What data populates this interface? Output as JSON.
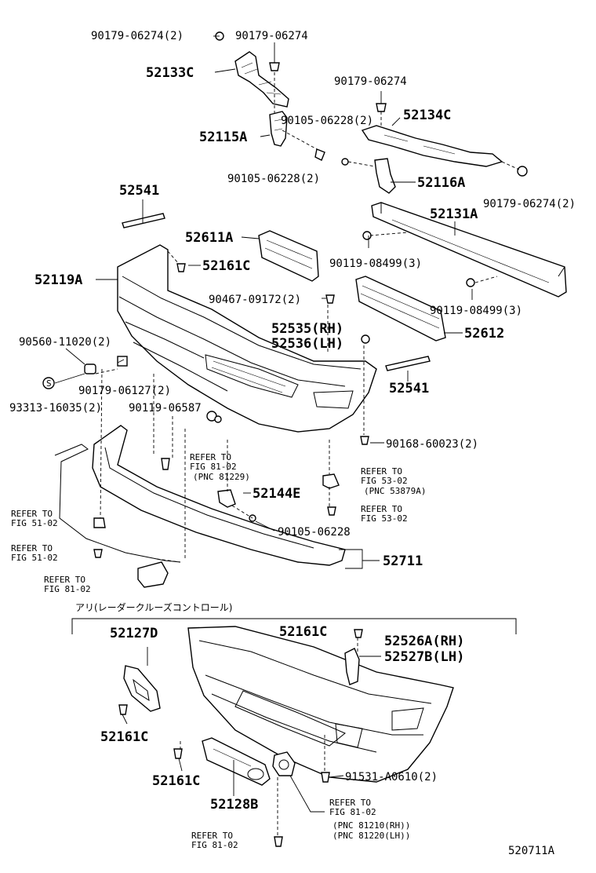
{
  "diagram": {
    "labels": {
      "p1": "90179-06274(2)",
      "p2": "90179-06274",
      "p3": "52133C",
      "p4": "90179-06274",
      "p5": "52115A",
      "p6": "90105-06228(2)",
      "p7": "52134C",
      "p8": "90105-06228(2)",
      "p9": "52116A",
      "p10": "52541",
      "p11": "90179-06274(2)",
      "p12": "52131A",
      "p13": "52611A",
      "p14": "52161C",
      "p15": "90119-08499(3)",
      "p16": "52119A",
      "p17": "90119-08499(3)",
      "p18": "90467-09172(2)",
      "p19": "52535(RH)",
      "p20": "52536(LH)",
      "p21": "52612",
      "p22": "90560-11020(2)",
      "p23": "52541",
      "p24": "90179-06127(2)",
      "p25": "93313-16035(2)",
      "p26": "90119-06587",
      "p27": "90168-60023(2)",
      "p28": "52144E",
      "p29": "90105-06228",
      "p30": "52711",
      "p31": "52127D",
      "p32": "52161C",
      "p33": "52526A(RH)",
      "p34": "52527B(LH)",
      "p35": "52161C",
      "p36": "52161C",
      "p37": "91531-A0610(2)",
      "p38": "52128B",
      "r1a": "REFER TO",
      "r1b": "FIG 81-02",
      "r1c": "(PNC 81229)",
      "r2a": "REFER TO",
      "r2b": "FIG 53-02",
      "r2c": "(PNC 53879A)",
      "r3a": "REFER TO",
      "r3b": "FIG 53-02",
      "r4a": "REFER TO",
      "r4b": "FIG 51-02",
      "r5a": "REFER TO",
      "r5b": "FIG 51-02",
      "r6a": "REFER TO",
      "r6b": "FIG 81-02",
      "r7a": "REFER TO",
      "r7b": "FIG 81-02",
      "r7c": "(PNC 81210(RH))",
      "r7d": "(PNC 81220(LH))",
      "r8a": "REFER TO",
      "r8b": "FIG 81-02",
      "variant": "アリ(レーダークルーズコントロール)",
      "s_marker": "S",
      "figure_id": "520711A"
    }
  }
}
